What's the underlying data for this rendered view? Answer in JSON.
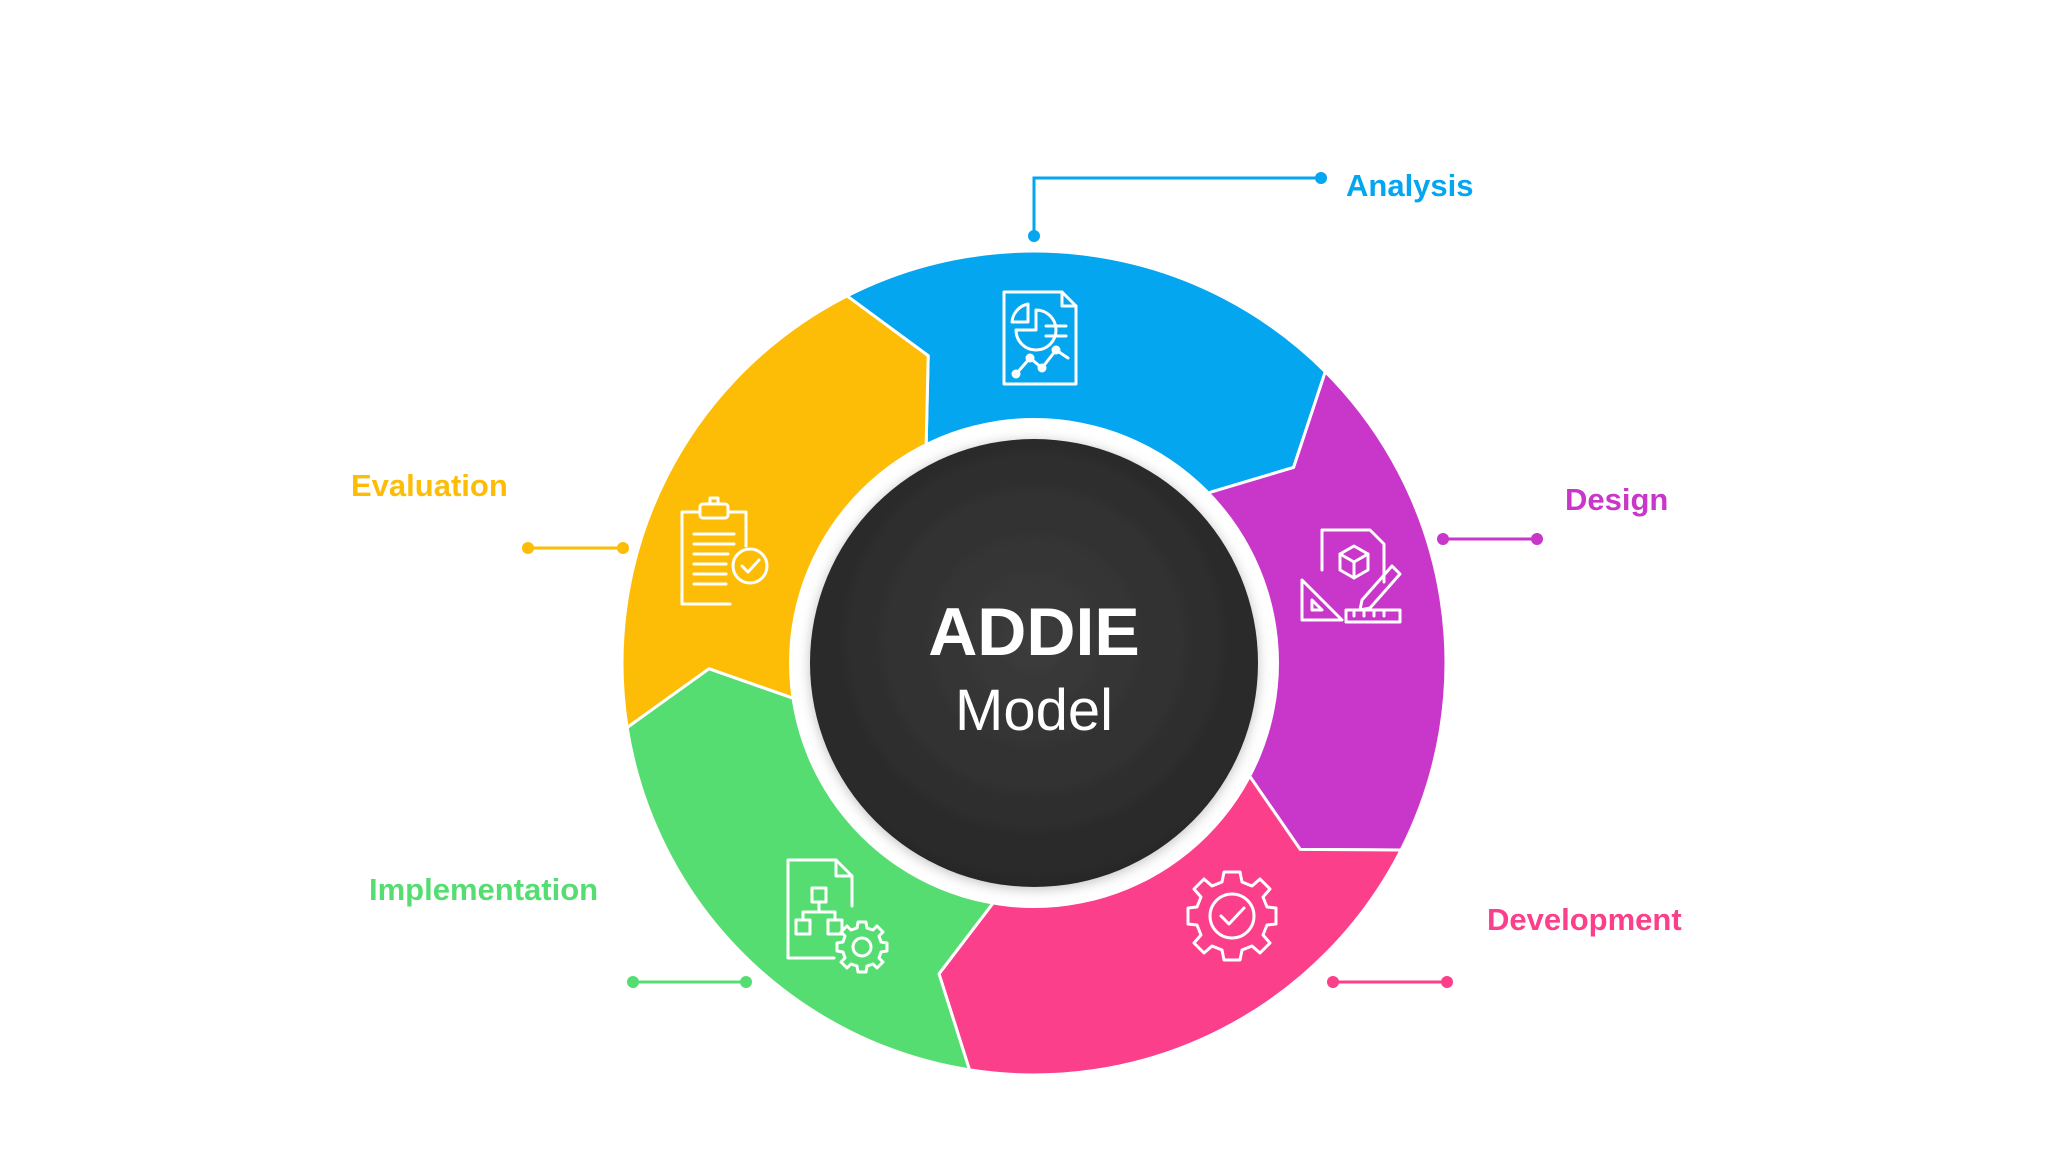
{
  "center": {
    "title": "ADDIE",
    "subtitle": "Model"
  },
  "phases": [
    {
      "name": "Analysis",
      "color": "#05a6f0",
      "icon": "report-chart-icon"
    },
    {
      "name": "Design",
      "color": "#c837c9",
      "icon": "design-tools-icon"
    },
    {
      "name": "Development",
      "color": "#fb3f8a",
      "icon": "gear-check-icon"
    },
    {
      "name": "Implementation",
      "color": "#56dd72",
      "icon": "workflow-gear-icon"
    },
    {
      "name": "Evaluation",
      "color": "#fdbd07",
      "icon": "clipboard-check-icon"
    }
  ],
  "colors": {
    "hub_dark": "#2d2d2d",
    "hub_ring": "#ffffff",
    "connector_analysis": "#05a6f0",
    "connector_design": "#c837c9",
    "connector_development": "#fb3f8a",
    "connector_implementation": "#56dd72",
    "connector_evaluation": "#fdbd07"
  }
}
